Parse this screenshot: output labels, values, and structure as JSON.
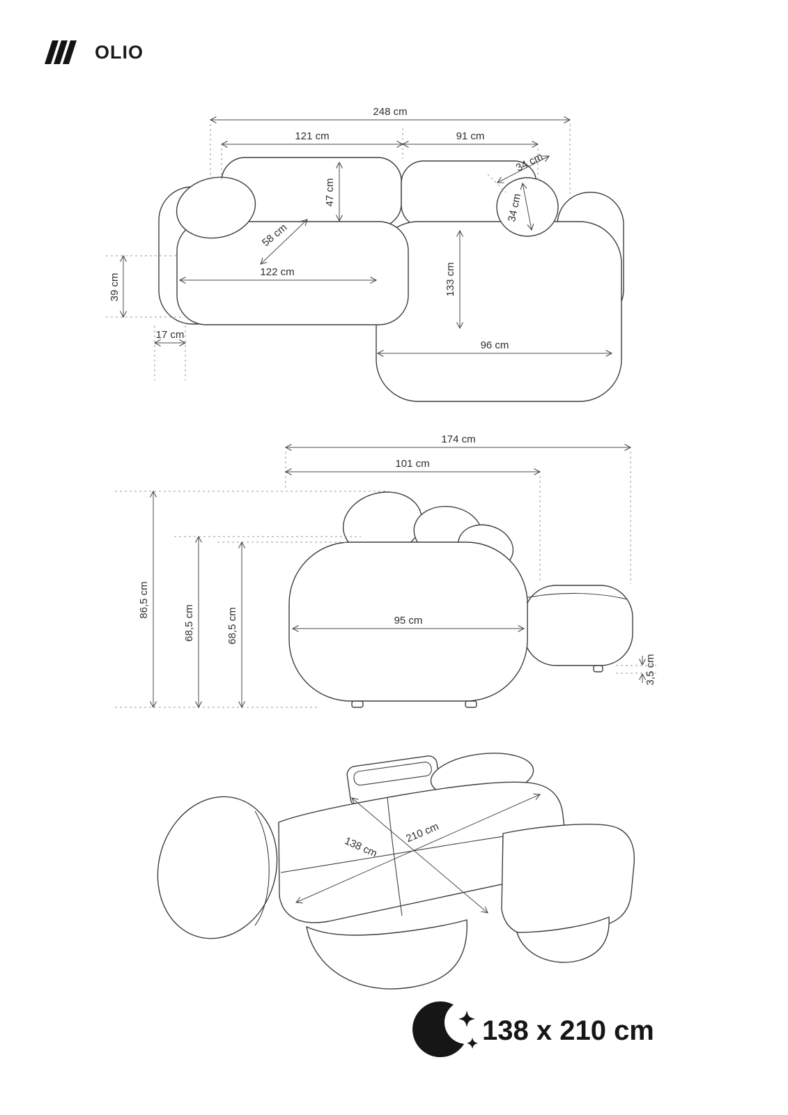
{
  "header": {
    "logo_icon": "triple-slash-logo-icon",
    "title": "OLIO"
  },
  "top_view": {
    "overall_width": "248 cm",
    "left_section_width": "121 cm",
    "right_section_width": "91 cm",
    "backrest_depth": "47 cm",
    "headrest_width": "34 cm",
    "headrest_depth": "34 cm",
    "seat_depth": "58 cm",
    "seat_width": "122 cm",
    "chaise_length": "133 cm",
    "armrest_height": "39 cm",
    "armrest_width": "17 cm",
    "chaise_width": "96 cm"
  },
  "front_view": {
    "overall_width": "174 cm",
    "body_width": "101 cm",
    "overall_height": "86,5 cm",
    "back_height_left": "68,5 cm",
    "back_height_right": "68,5 cm",
    "backrest_width": "95 cm",
    "leg_height": "3,5 cm"
  },
  "bed_view": {
    "bed_length": "210 cm",
    "bed_width": "138 cm"
  },
  "footer": {
    "sleep_icon": "moon-sparkles-icon",
    "sleeping_area": "138 x 210 cm"
  }
}
